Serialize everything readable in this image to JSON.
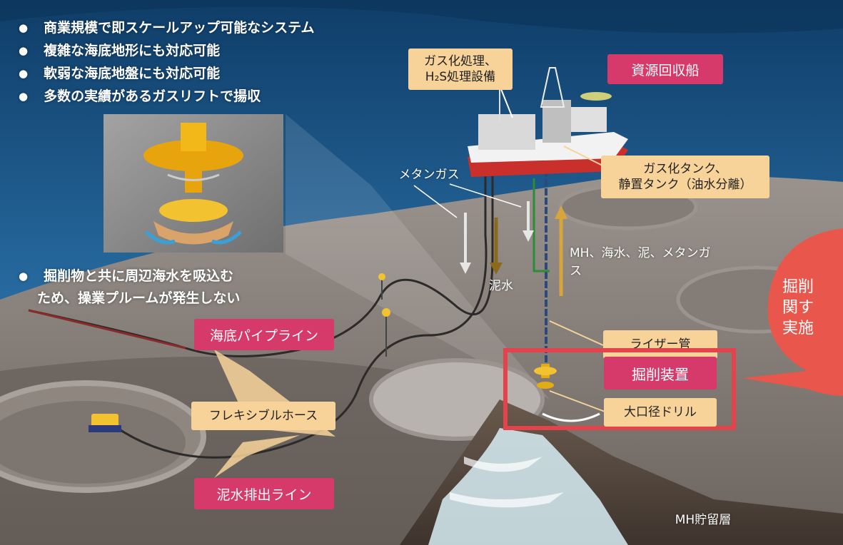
{
  "bullets_top": [
    "商業規模で即スケールアップ可能なシステム",
    "複雑な海底地形にも対応可能",
    "軟弱な海底地盤にも対応可能",
    "多数の実績があるガスリフトで揚収"
  ],
  "bullet_bottom": {
    "line1": "掘削物と共に周辺海水を吸込む",
    "line2": "ため、操業プルームが発生しない"
  },
  "labels": {
    "resource_ship": "資源回収船",
    "gas_processing_line1": "ガス化処理、",
    "gas_processing_line2": "H₂S処理設備",
    "gas_tank_line1": "ガス化タンク、",
    "gas_tank_line2": "静置タンク（油水分離）",
    "methane_gas": "メタンガス",
    "mud_water": "泥水",
    "upflow": "MH、海水、泥、メタンガス",
    "riser_pipe": "ライザー管",
    "drilling_device": "掘削装置",
    "large_drill": "大口径ドリル",
    "seabed_pipeline": "海底パイプライン",
    "flexible_hose": "フレキシブルホース",
    "mud_discharge_line": "泥水排出ライン",
    "mh_reservoir": "MH貯留層",
    "callout_text": "掘削\n関す\n実施"
  },
  "colors": {
    "sea": "#1f5a8c",
    "seabed": "#6b625c",
    "pink_label": "#d63a6b",
    "tan_label": "#f7d39a",
    "highlight": "#e3444c",
    "callout": "#e8564c"
  }
}
